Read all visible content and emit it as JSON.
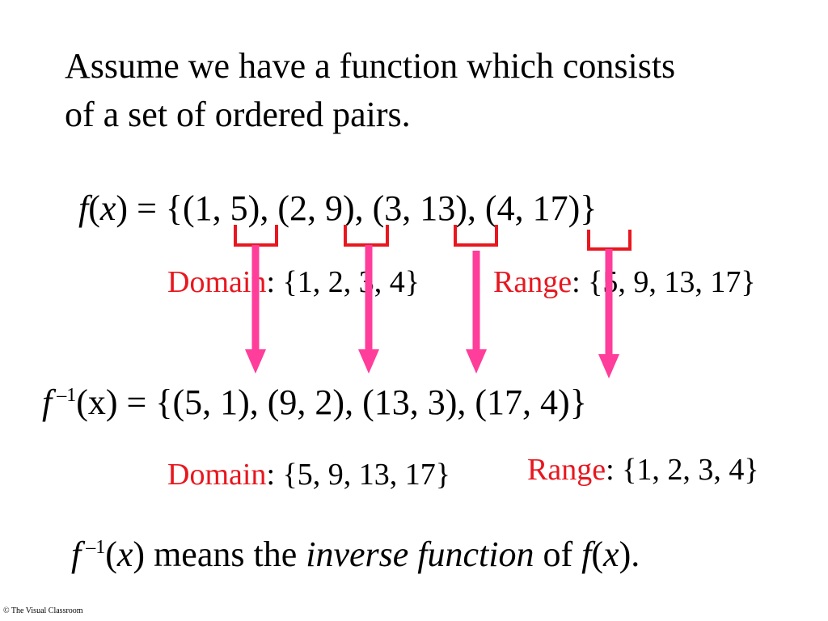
{
  "intro": {
    "line1": "Assume we have a function which consists",
    "line2": "of a set of ordered pairs."
  },
  "function": {
    "name": "f",
    "var": "x",
    "set": ") = {(1, 5), (2, 9), (3, 13), (4, 17)}"
  },
  "function_domain": {
    "label": "Domain",
    "values": ": {1, 2, 3, 4}"
  },
  "function_range": {
    "label": "Range",
    "values": ": {5, 9, 13, 17}"
  },
  "inverse": {
    "name": "f",
    "exp": " –1",
    "set": "(x) = {(5, 1), (9, 2), (13, 3), (17, 4)}"
  },
  "inverse_domain": {
    "label": "Domain",
    "values": ": {5, 9, 13, 17}"
  },
  "inverse_range": {
    "label": "Range",
    "values": ": {1, 2, 3, 4}"
  },
  "meaning": {
    "f": "f",
    "exp": " –1",
    "open": "(",
    "x": "x",
    "mid": ") means the ",
    "em": "inverse function",
    "of": " of ",
    "f2": "f",
    "open2": "(",
    "x2": "x",
    "close": ")."
  },
  "footer": "© The Visual Classroom",
  "colors": {
    "accent_red": "#e8171f",
    "arrow_pink": "#ff3d9a"
  }
}
